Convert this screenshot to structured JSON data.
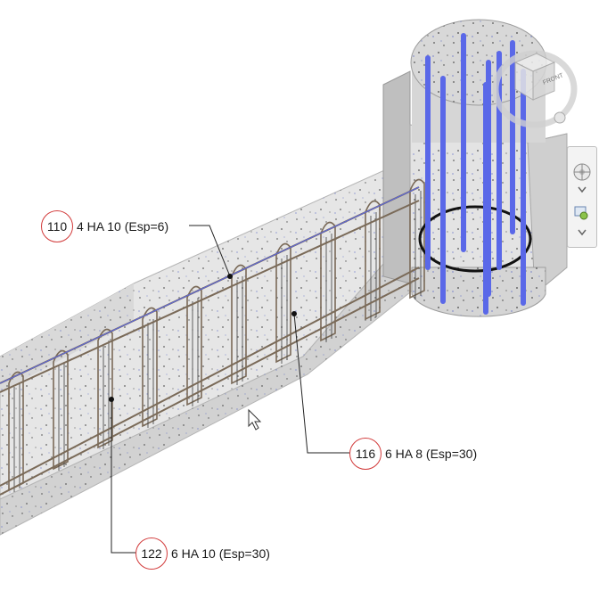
{
  "tags": [
    {
      "number": "110",
      "text": "4 HA 10 (Esp=6)"
    },
    {
      "number": "116",
      "text": "6 HA 8 (Esp=30)"
    },
    {
      "number": "122",
      "text": "6 HA 10 (Esp=30)"
    }
  ],
  "viewcube": {
    "label": "FRONT"
  },
  "nav_bar": {
    "buttons": [
      "steering-wheel-icon",
      "chevron-down-icon",
      "zoom-region-icon",
      "chevron-down-icon"
    ]
  },
  "colors": {
    "concrete": "#dedede",
    "concrete_side": "#c9c9c9",
    "vertical_bars": "#5a68e8",
    "stirrups": "#7a6a58",
    "tag_circle": "#d23a3a",
    "leader": "#222222"
  }
}
